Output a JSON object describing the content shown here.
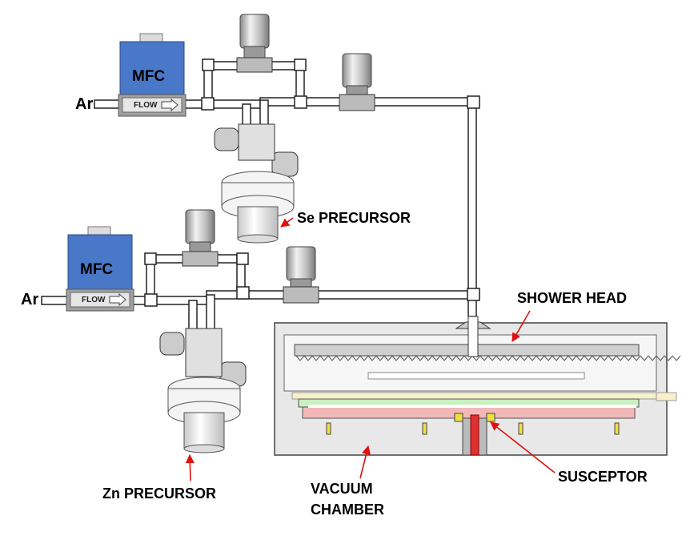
{
  "labels": {
    "ar_top": "Ar",
    "ar_bottom": "Ar",
    "mfc_top": "MFC",
    "mfc_bottom": "MFC",
    "flow_top": "FLOW",
    "flow_bottom": "FLOW",
    "se_precursor": "Se PRECURSOR",
    "zn_precursor": "Zn PRECURSOR",
    "shower_head": "SHOWER HEAD",
    "susceptor": "SUSCEPTOR",
    "vacuum_chamber_line1": "VACUUM",
    "vacuum_chamber_line2": "CHAMBER"
  },
  "colors": {
    "mfc_body": "#4a78c8",
    "mfc_base": "#9a9a9a",
    "pipe_fill": "#ffffff",
    "pipe_stroke": "#222222",
    "arrow": "#e01010",
    "chamber_body": "#e4e4e4",
    "heater_pink": "#f2b8b8",
    "heater_green": "#c8f0c0",
    "hot_core": "#e03030",
    "yellow_part": "#f0e040"
  }
}
